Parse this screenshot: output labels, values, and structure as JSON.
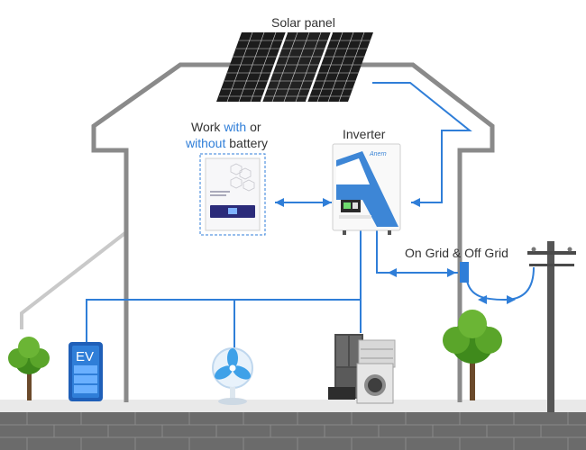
{
  "labels": {
    "solar_panel": "Solar panel",
    "inverter": "Inverter",
    "work_line1_a": "Work ",
    "work_line1_b": "with",
    "work_line1_c": " or",
    "work_line2_a": "without",
    "work_line2_b": " battery",
    "grid": "On Grid & Off Grid"
  },
  "devices": {
    "ev_label": "EV",
    "inverter_brand": "Anern"
  },
  "colors": {
    "house_outline": "#8a8a8a",
    "wire": "#2f7ed8",
    "ground": "#606060",
    "brick": "#7a7a7a",
    "panel": "#1a1a1a",
    "inverter_accent": "#3d86d6",
    "tree_green": "#4f9a22"
  }
}
